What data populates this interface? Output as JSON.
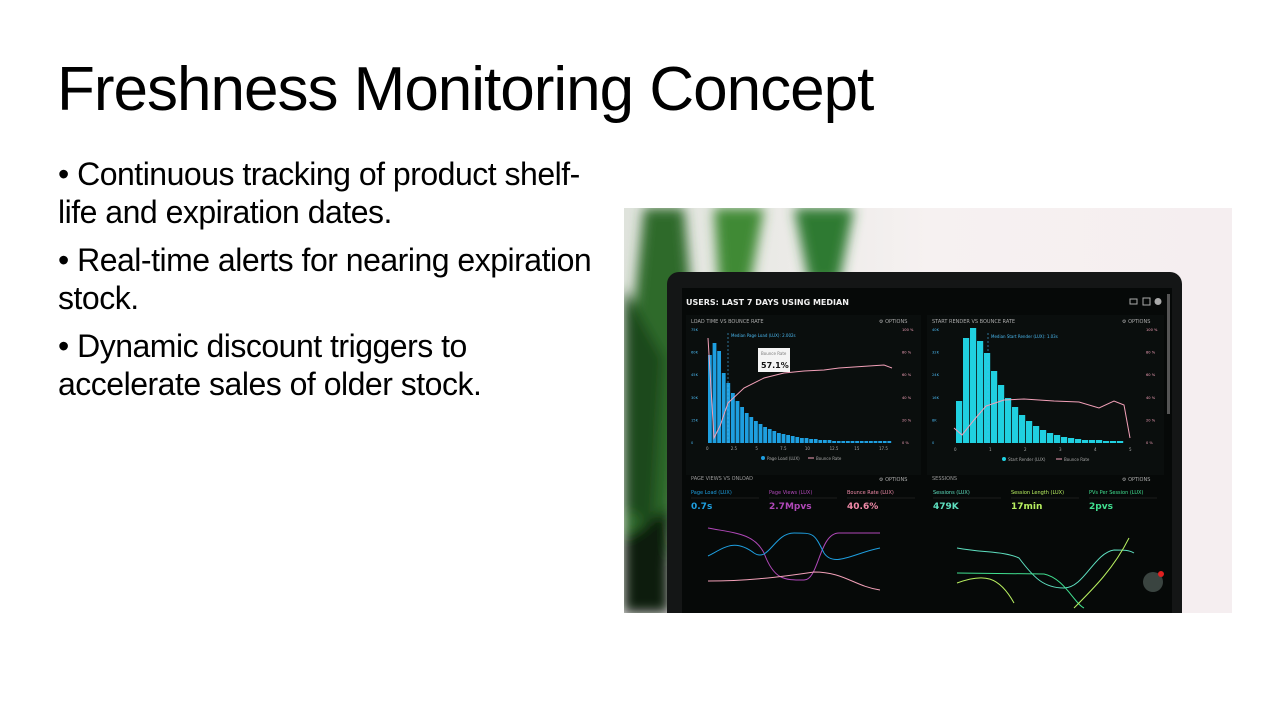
{
  "slide": {
    "title": "Freshness Monitoring Concept",
    "bullets": [
      "• Continuous tracking of product shelf-life and expiration dates.",
      "• Real-time alerts for nearing expiration stock.",
      "• Dynamic discount triggers to accelerate sales of older stock."
    ]
  },
  "photo": {
    "header": "USERS: LAST 7 DAYS USING MEDIAN",
    "options_label": "⚙ OPTIONS",
    "panels": {
      "top_left": {
        "title": "LOAD TIME VS BOUNCE RATE",
        "annotation": "Median Page Load (LUX): 2.002s",
        "tooltip_label": "Bounce Rate",
        "tooltip_value": "57.1%",
        "legend": [
          "Page Load (LUX)",
          "Bounce Rate"
        ],
        "x_ticks": [
          "0",
          "2.5",
          "5",
          "7.5",
          "10",
          "12.5",
          "15",
          "17.5"
        ],
        "y_left": [
          "75K",
          "60K",
          "45K",
          "30K",
          "15K",
          "0"
        ],
        "y_right": [
          "100 %",
          "80 %",
          "60 %",
          "40 %",
          "20 %",
          "0 %"
        ]
      },
      "top_right": {
        "title": "START RENDER VS BOUNCE RATE",
        "annotation": "Median Start Render (LUX): 1.03s",
        "legend": [
          "Start Render (LUX)",
          "Bounce Rate"
        ],
        "x_ticks": [
          "0",
          "1",
          "2",
          "3",
          "4",
          "5"
        ],
        "y_left": [
          "40K",
          "32K",
          "24K",
          "16K",
          "8K",
          "0"
        ],
        "y_right": [
          "100 %",
          "80 %",
          "60 %",
          "40 %",
          "20 %",
          "0 %"
        ]
      },
      "bottom_left": {
        "title": "PAGE VIEWS VS ONLOAD",
        "metrics": [
          {
            "label": "Page Load (LUX)",
            "value": "0.7s",
            "color": "#1e9fe0"
          },
          {
            "label": "Page Views (LUX)",
            "value": "2.7Mpvs",
            "color": "#b048b8"
          },
          {
            "label": "Bounce Rate (LUX)",
            "value": "40.6%",
            "color": "#f08aa8"
          }
        ]
      },
      "bottom_right": {
        "title": "SESSIONS",
        "metrics": [
          {
            "label": "Sessions (LUX)",
            "value": "479K",
            "color": "#5ee0c0"
          },
          {
            "label": "Session Length (LUX)",
            "value": "17min",
            "color": "#b8f060"
          },
          {
            "label": "PVs Per Session (LUX)",
            "value": "2pvs",
            "color": "#40e090"
          }
        ]
      }
    }
  }
}
